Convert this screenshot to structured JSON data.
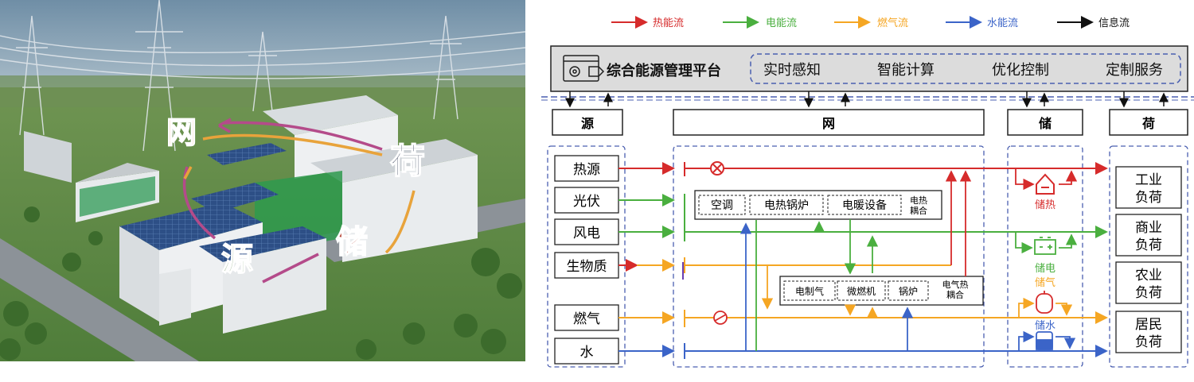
{
  "photo": {
    "labels": {
      "grid": "网",
      "load": "荷",
      "source": "源",
      "storage": "储"
    },
    "colors": {
      "sky": "#8aa3b8",
      "grass": "#5f8f4a",
      "road": "#9aa0a6",
      "grid_label": "#e8743b",
      "load_label": "#1f2a44",
      "source_label": "#4b7a3a",
      "storage_label": "#b23a2a"
    }
  },
  "legend": [
    {
      "label": "热能流",
      "color": "#d62b2b"
    },
    {
      "label": "电能流",
      "color": "#4aaf3f"
    },
    {
      "label": "燃气流",
      "color": "#f5a623"
    },
    {
      "label": "水能流",
      "color": "#3b64c8"
    },
    {
      "label": "信息流",
      "color": "#111111"
    }
  ],
  "platform": {
    "title": "综合能源管理平台",
    "functions": [
      "实时感知",
      "智能计算",
      "优化控制",
      "定制服务"
    ],
    "icon": "gear-screen-icon"
  },
  "sections": {
    "source": "源",
    "network": "网",
    "storage": "储",
    "load": "荷"
  },
  "sources": [
    "热源",
    "光伏",
    "风电",
    "生物质",
    "燃气",
    "水"
  ],
  "network": {
    "group1": [
      "空调",
      "电热锅炉",
      "电暖设备"
    ],
    "group1_tag": [
      "电热",
      "耦合"
    ],
    "group2": [
      "电制气",
      "微燃机",
      "锅炉"
    ],
    "group2_tag": [
      "电气热",
      "耦合"
    ],
    "heat_exchanger_icon": "valve-cross-icon",
    "gas_valve_icon": "gas-valve-icon"
  },
  "storage": [
    {
      "label": "储热",
      "color": "#d62b2b",
      "icon": "heat-storage-icon"
    },
    {
      "label": "储电",
      "color": "#4aaf3f",
      "icon": "battery-icon"
    },
    {
      "label": "储气",
      "color": "#f5a623",
      "icon": "gas-tank-icon"
    },
    {
      "label": "储水",
      "color": "#3b64c8",
      "icon": "water-tank-icon"
    }
  ],
  "loads": [
    [
      "工业",
      "负荷"
    ],
    [
      "商业",
      "负荷"
    ],
    [
      "农业",
      "负荷"
    ],
    [
      "居民",
      "负荷"
    ]
  ]
}
